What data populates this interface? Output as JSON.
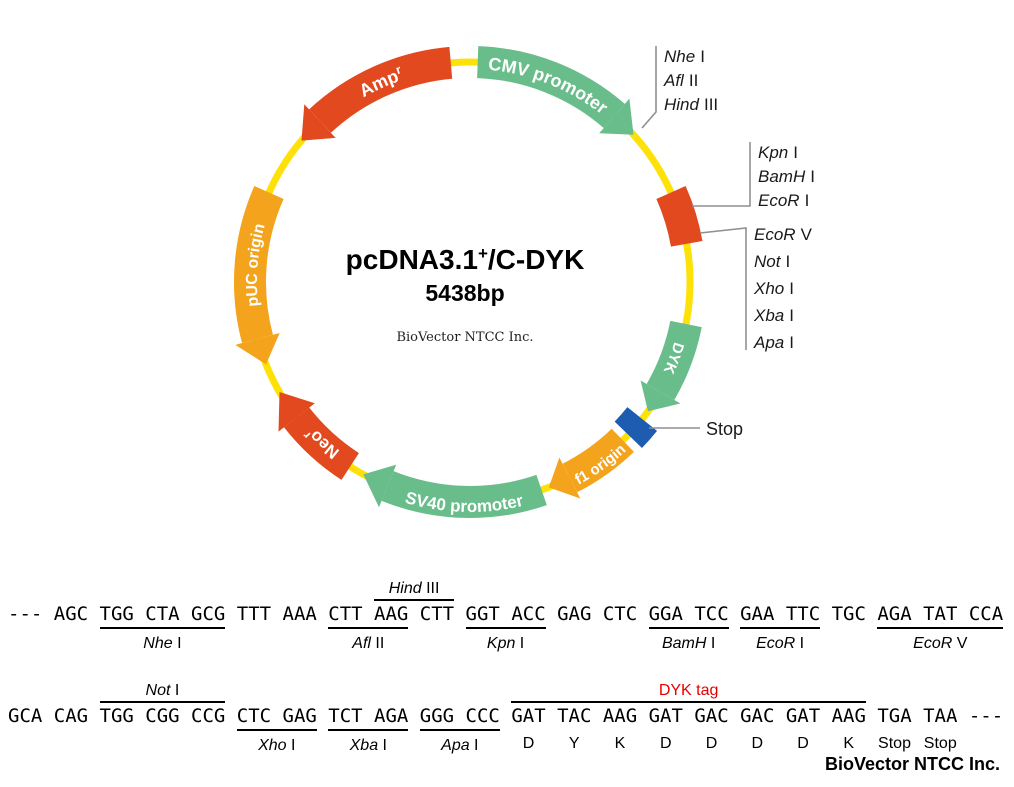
{
  "map": {
    "title_main": "pcDNA3.1",
    "title_sup": "+",
    "title_rest": "/C-DYK",
    "size": "5438bp",
    "watermark": "BioVector NTCC Inc.",
    "stop_label": "Stop",
    "segments": {
      "cmv": {
        "label": "CMV promoter"
      },
      "mcs": {},
      "dyk": {
        "label": "DYK"
      },
      "stop": {},
      "f1": {
        "label": "f1 origin"
      },
      "sv40": {
        "label": "SV40 promoter"
      },
      "neo": {
        "label": "Neo",
        "sup": "r"
      },
      "puc": {
        "label": "pUC origin"
      },
      "amp": {
        "label": "Amp",
        "sup": "r"
      }
    }
  },
  "colors": {
    "backbone_yellow": "#ffe10a",
    "green": "#68bd8b",
    "red": "#e2491f",
    "orange": "#f4a31c",
    "blue": "#1d5cb0",
    "dyk_tag_red": "#e60000"
  },
  "callouts": {
    "g1": [
      {
        "it": "Nhe",
        "ro": "I"
      },
      {
        "it": "Afl",
        "ro": "II"
      },
      {
        "it": "Hind",
        "ro": "III"
      }
    ],
    "g2": [
      {
        "it": "Kpn",
        "ro": "I"
      },
      {
        "it": "BamH",
        "ro": "I"
      },
      {
        "it": "EcoR",
        "ro": "I"
      }
    ],
    "g3": [
      {
        "it": "EcoR",
        "ro": "V"
      },
      {
        "it": "Not",
        "ro": "I"
      },
      {
        "it": "Xho",
        "ro": "I"
      },
      {
        "it": "Xba",
        "ro": "I"
      },
      {
        "it": "Apa",
        "ro": "I"
      }
    ]
  },
  "sequence": {
    "line1": {
      "tokens": [
        "---",
        "AGC",
        "TGG",
        "CTA",
        "GCG",
        "TTT",
        "AAA",
        "CTT",
        "AAG",
        "CTT",
        "GGT",
        "ACC",
        "GAG",
        "CTC",
        "GGA",
        "TCC",
        "GAA",
        "TTC",
        "TGC",
        "AGA",
        "TAT",
        "CCA"
      ],
      "above": [
        {
          "it": "Hind",
          "ro": "III",
          "from": 8,
          "to": 9,
          "name": "hindiii-site-label"
        }
      ],
      "below": [
        {
          "it": "Nhe",
          "ro": "I",
          "from": 2,
          "to": 4,
          "name": "nhei-site-label"
        },
        {
          "it": "Afl",
          "ro": "II",
          "from": 7,
          "to": 8,
          "name": "aflii-site-label"
        },
        {
          "it": "Kpn",
          "ro": "I",
          "from": 10,
          "to": 11,
          "name": "kpni-site-label"
        },
        {
          "it": "BamH",
          "ro": "I",
          "from": 14,
          "to": 15,
          "name": "bamhi-site-label"
        },
        {
          "it": "EcoR",
          "ro": "I",
          "from": 16,
          "to": 17,
          "name": "ecori-site-label"
        },
        {
          "it": "EcoR",
          "ro": "V",
          "from": 19,
          "to": 21,
          "name": "ecorv-site-label"
        }
      ]
    },
    "line2": {
      "tokens": [
        "GCA",
        "CAG",
        "TGG",
        "CGG",
        "CCG",
        "CTC",
        "GAG",
        "TCT",
        "AGA",
        "GGG",
        "CCC",
        "GAT",
        "TAC",
        "AAG",
        "GAT",
        "GAC",
        "GAC",
        "GAT",
        "AAG",
        "TGA",
        "TAA",
        "---"
      ],
      "above": [
        {
          "it": "Not",
          "ro": "I",
          "from": 2,
          "to": 4,
          "name": "noti-site-label"
        },
        {
          "label": "DYK tag",
          "from": 11,
          "to": 18,
          "cls": "red",
          "name": "dyk-tag-label"
        }
      ],
      "below": [
        {
          "it": "Xho",
          "ro": "I",
          "from": 5,
          "to": 6,
          "name": "xhoi-site-label"
        },
        {
          "it": "Xba",
          "ro": "I",
          "from": 7,
          "to": 8,
          "name": "xbai-site-label"
        },
        {
          "it": "Apa",
          "ro": "I",
          "from": 9,
          "to": 10,
          "name": "apai-site-label"
        },
        {
          "label": "D",
          "from": 11,
          "to": 11,
          "noline": true,
          "name": "aa-label-d1"
        },
        {
          "label": "Y",
          "from": 12,
          "to": 12,
          "noline": true,
          "name": "aa-label-y"
        },
        {
          "label": "K",
          "from": 13,
          "to": 13,
          "noline": true,
          "name": "aa-label-k1"
        },
        {
          "label": "D",
          "from": 14,
          "to": 14,
          "noline": true,
          "name": "aa-label-d2"
        },
        {
          "label": "D",
          "from": 15,
          "to": 15,
          "noline": true,
          "name": "aa-label-d3"
        },
        {
          "label": "D",
          "from": 16,
          "to": 16,
          "noline": true,
          "name": "aa-label-d4"
        },
        {
          "label": "D",
          "from": 17,
          "to": 17,
          "noline": true,
          "name": "aa-label-d5"
        },
        {
          "label": "K",
          "from": 18,
          "to": 18,
          "noline": true,
          "name": "aa-label-k2"
        },
        {
          "label": "Stop",
          "from": 19,
          "to": 19,
          "noline": true,
          "name": "stop-codon-label-1"
        },
        {
          "label": "Stop",
          "from": 20,
          "to": 20,
          "noline": true,
          "name": "stop-codon-label-2"
        }
      ]
    }
  },
  "footer": "BioVector NTCC Inc."
}
